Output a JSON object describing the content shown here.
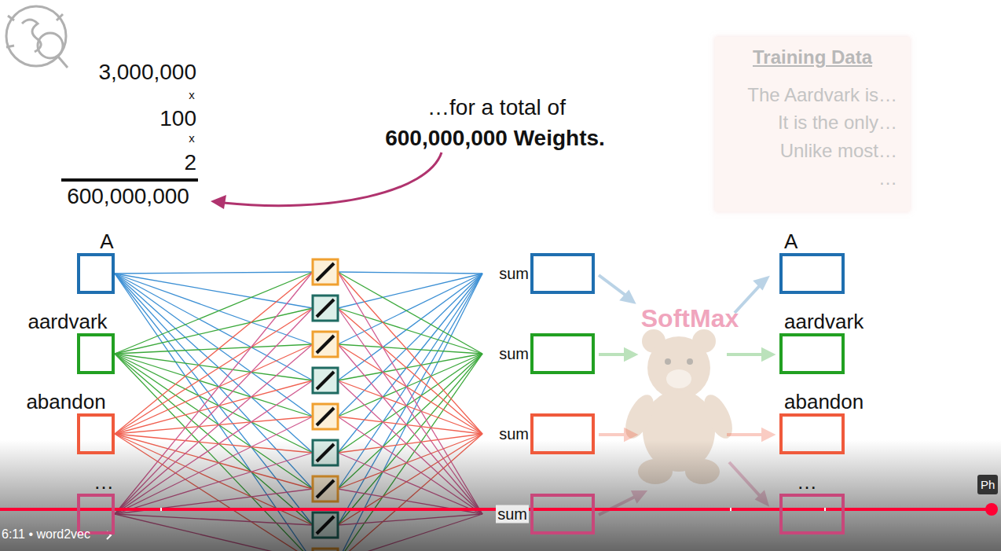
{
  "diagram": {
    "nodes": [
      {
        "text": [
          "Training Data",
          "The Aardvark is…",
          "It is the only…",
          "Unlike most…",
          "…"
        ]
      },
      {
        "text": [
          "A"
        ]
      },
      {
        "text": [
          "aardvark"
        ]
      },
      {
        "text": [
          "abandon"
        ]
      },
      {
        "text": [
          "…"
        ]
      },
      {
        "text": [
          "sum"
        ]
      },
      {
        "text": [
          "sum"
        ]
      },
      {
        "text": [
          "sum"
        ]
      },
      {
        "text": [
          "sum"
        ]
      },
      {
        "text": [
          "A"
        ]
      },
      {
        "text": [
          "aardvark"
        ]
      },
      {
        "text": [
          "abandon"
        ]
      },
      {
        "text": [
          "…"
        ]
      }
    ],
    "labels": [
      "3,000,000",
      "x",
      "100",
      "x",
      "2",
      "600,000,000",
      "…for a total of",
      "600,000,000 Weights.",
      "SoftMax",
      "6:11 • word2vec",
      "Ph"
    ]
  }
}
